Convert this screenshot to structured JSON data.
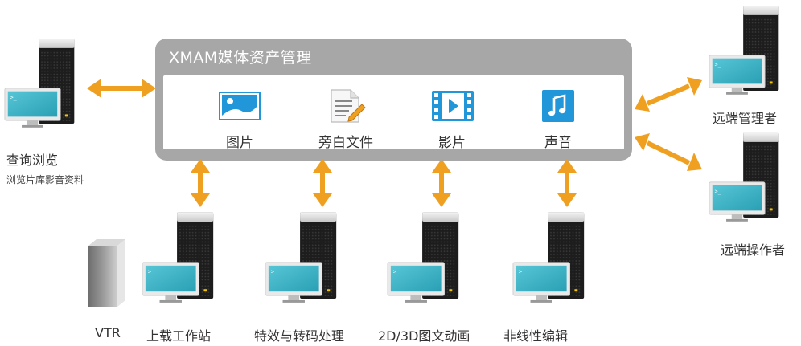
{
  "panel": {
    "title": "XMAM媒体资产管理"
  },
  "modules": [
    {
      "label": "图片",
      "icon": "image-icon"
    },
    {
      "label": "旁白文件",
      "icon": "document-icon"
    },
    {
      "label": "影片",
      "icon": "film-icon"
    },
    {
      "label": "声音",
      "icon": "music-note-icon"
    }
  ],
  "left_station": {
    "label": "查询浏览",
    "sublabel": "浏览片库影音资料"
  },
  "right_stations": [
    {
      "label": "远端管理者"
    },
    {
      "label": "远端操作者"
    }
  ],
  "bottom_nodes": [
    {
      "label": "VTR"
    },
    {
      "label": "上载工作站"
    },
    {
      "label": "特效与转码处理"
    },
    {
      "label": "2D/3D图文动画"
    },
    {
      "label": "非线性编辑"
    }
  ],
  "colors": {
    "arrow": "#f0a020",
    "panel": "#a7a7a7",
    "screen": "#3fb7c9",
    "icon_blue": "#2196d9"
  }
}
